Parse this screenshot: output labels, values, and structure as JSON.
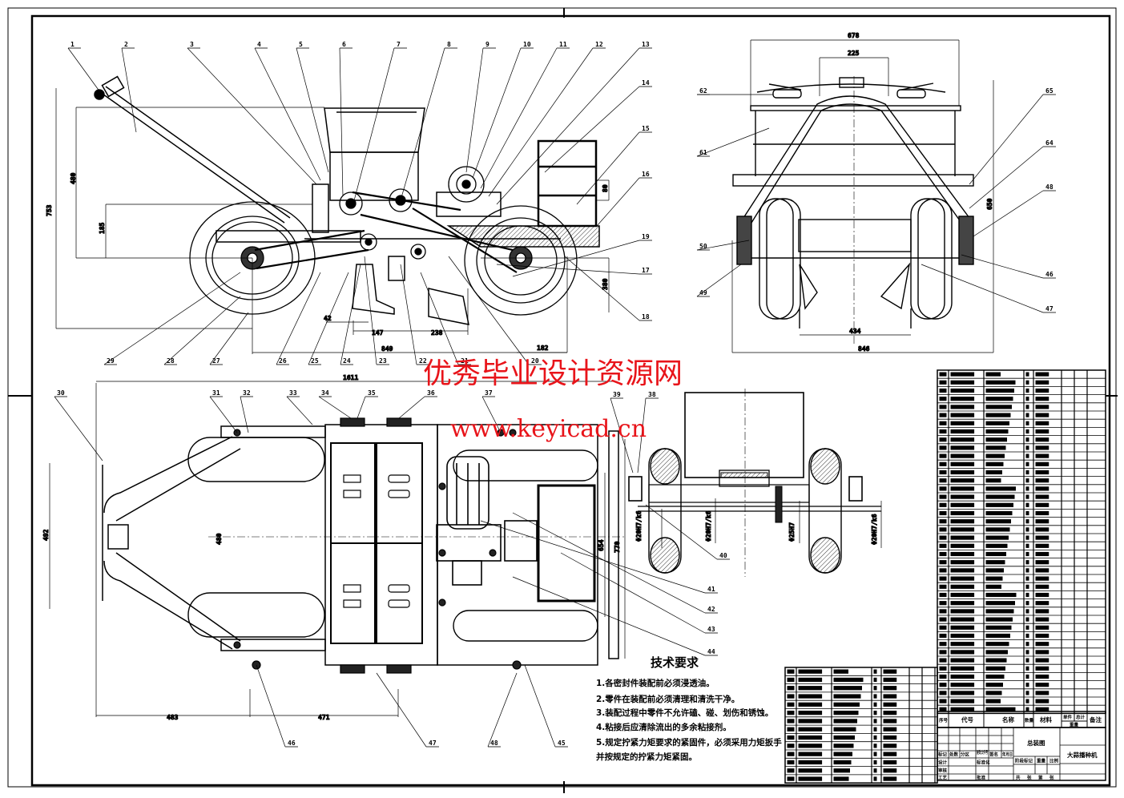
{
  "watermark": {
    "title": "优秀毕业设计资源网",
    "url": "www.keyicad.cn",
    "color": "#e8141a"
  },
  "side_view": {
    "callouts_top": [
      "1",
      "2",
      "3",
      "4",
      "5",
      "6",
      "7",
      "8",
      "9",
      "10",
      "11",
      "12",
      "13",
      "14",
      "15",
      "16"
    ],
    "callouts_right": [
      "17",
      "18",
      "19"
    ],
    "callouts_bottom": [
      "29",
      "28",
      "27",
      "26",
      "25",
      "24",
      "23",
      "22",
      "21",
      "20"
    ],
    "dimensions": {
      "overall_height": "753",
      "hopper_height": "480",
      "frame_height": "185",
      "box_dim": "80",
      "wheel_dim": "380",
      "d42": "42",
      "d147": "147",
      "d238": "238",
      "d849": "849",
      "d182": "182",
      "overall_length": "1611"
    }
  },
  "front_view": {
    "callouts_left": [
      "62",
      "61",
      "50",
      "49"
    ],
    "callouts_right": [
      "65",
      "64",
      "48",
      "46",
      "47"
    ],
    "dimensions": {
      "overall_width": "678",
      "handle_width": "225",
      "row_spacing": "434",
      "base_width": "846",
      "height": "650"
    }
  },
  "top_view": {
    "callouts_top": [
      "30",
      "31",
      "32",
      "33",
      "34",
      "35",
      "36",
      "37"
    ],
    "callouts_right": [
      "41",
      "42",
      "43",
      "44"
    ],
    "callouts_bottom": [
      "46",
      "47",
      "48",
      "45"
    ],
    "dimensions": {
      "width": "492",
      "overall_length": "1611",
      "inner": "480",
      "d483": "483",
      "d471": "471",
      "d654": "654",
      "d770": "770"
    }
  },
  "section_view": {
    "callouts": [
      "39",
      "38",
      "40"
    ],
    "dimensions": {
      "d1": "Φ20H7/k6",
      "d2": "Φ20H7/k6",
      "d3": "Φ25H7",
      "d4": "Φ20H7/k6"
    }
  },
  "tech_requirements": {
    "title": "技术要求",
    "items": [
      "1.各密封件装配前必须浸透油。",
      "2.零件在装配前必须清理和清洗干净。",
      "3.装配过程中零件不允许磕、碰、划伤和锈蚀。",
      "4.粘接后应清除流出的多余粘接剂。",
      "5.规定拧紧力矩要求的紧固件，必须采用力矩扳手",
      "并按规定的拧紧力矩紧固。"
    ]
  },
  "bom_header": {
    "seq": "序号",
    "code": "代号",
    "name": "名称",
    "qty": "数量",
    "material": "材料",
    "unit_weight": "单件",
    "total_weight": "总计",
    "weight": "重量",
    "remarks": "备注"
  },
  "title_block": {
    "drawing_name": "总装图",
    "product_name": "大蒜播种机",
    "row_labels": [
      "标记",
      "处数",
      "分区",
      "更改文件号",
      "签名",
      "年月日"
    ],
    "roles": [
      "设计",
      "审核",
      "工艺",
      "标准化",
      "批准"
    ],
    "stage_label": "阶段标记",
    "weight_label": "重量",
    "scale_label": "比例",
    "sheet_labels": [
      "共",
      "张",
      "第",
      "张"
    ]
  },
  "bom_rows_count": 47
}
